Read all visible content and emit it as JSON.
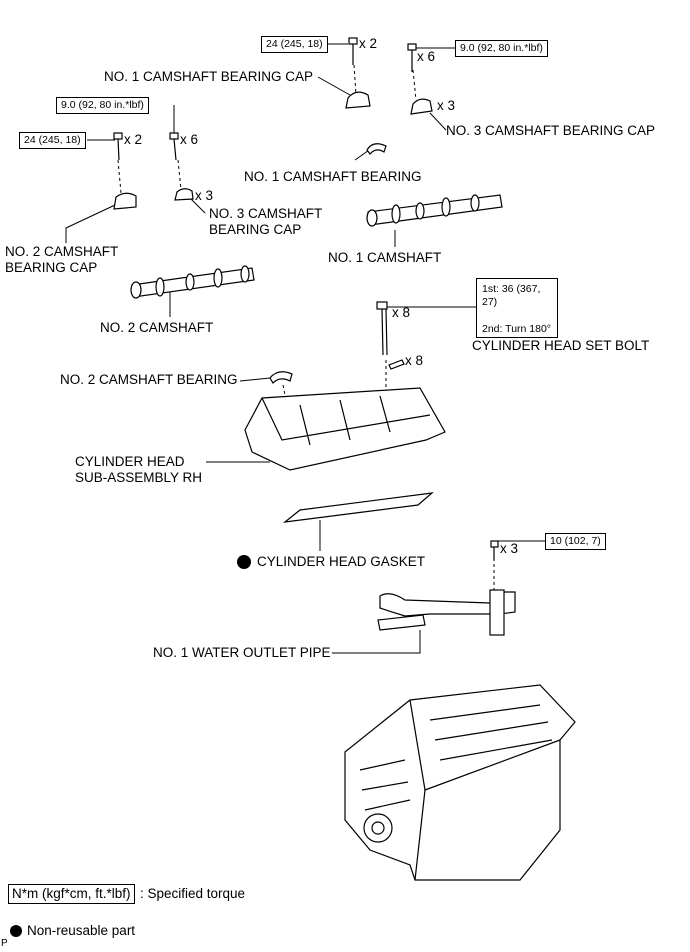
{
  "labels": {
    "no1_bearing_cap": "NO. 1 CAMSHAFT BEARING CAP",
    "no3_bearing_cap_right": "NO. 3 CAMSHAFT BEARING CAP",
    "no1_bearing": "NO. 1 CAMSHAFT BEARING",
    "no3_bearing_cap_left": "NO. 3 CAMSHAFT\nBEARING CAP",
    "no2_bearing_cap": "NO. 2 CAMSHAFT\nBEARING CAP",
    "no1_camshaft": "NO. 1 CAMSHAFT",
    "no2_camshaft": "NO. 2 CAMSHAFT",
    "set_bolt": "CYLINDER HEAD SET BOLT",
    "no2_bearing": "NO. 2 CAMSHAFT BEARING",
    "head_sub_assembly": "CYLINDER HEAD\nSUB-ASSEMBLY RH",
    "head_gasket": "CYLINDER HEAD GASKET",
    "water_outlet_pipe": "NO. 1 WATER OUTLET PIPE"
  },
  "torques": {
    "t_24_top": "24 (245, 18)",
    "t_9_right": "9.0 (92, 80 in.*lbf)",
    "t_9_left": "9.0 (92, 80 in.*lbf)",
    "t_24_left": "24 (245, 18)",
    "t_10": "10 (102, 7)",
    "set_bolt_1st": "1st: 36 (367, 27)",
    "set_bolt_2nd": "2nd: Turn 180°"
  },
  "quantities": {
    "q_top_cap": "x 2",
    "q_right_bolt": "x 6",
    "q_right_cap": "x 3",
    "q_left_24": "x 2",
    "q_left_9": "x 6",
    "q_left_cap": "x 3",
    "q_set_bolt": "x 8",
    "q_washer": "x 8",
    "q_pipe_bolt": "x 3"
  },
  "legend": {
    "torque_key": "N*m (kgf*cm, ft.*lbf)",
    "torque_desc": ": Specified torque",
    "non_reusable": "Non-reusable part",
    "corner_mark": "P"
  }
}
